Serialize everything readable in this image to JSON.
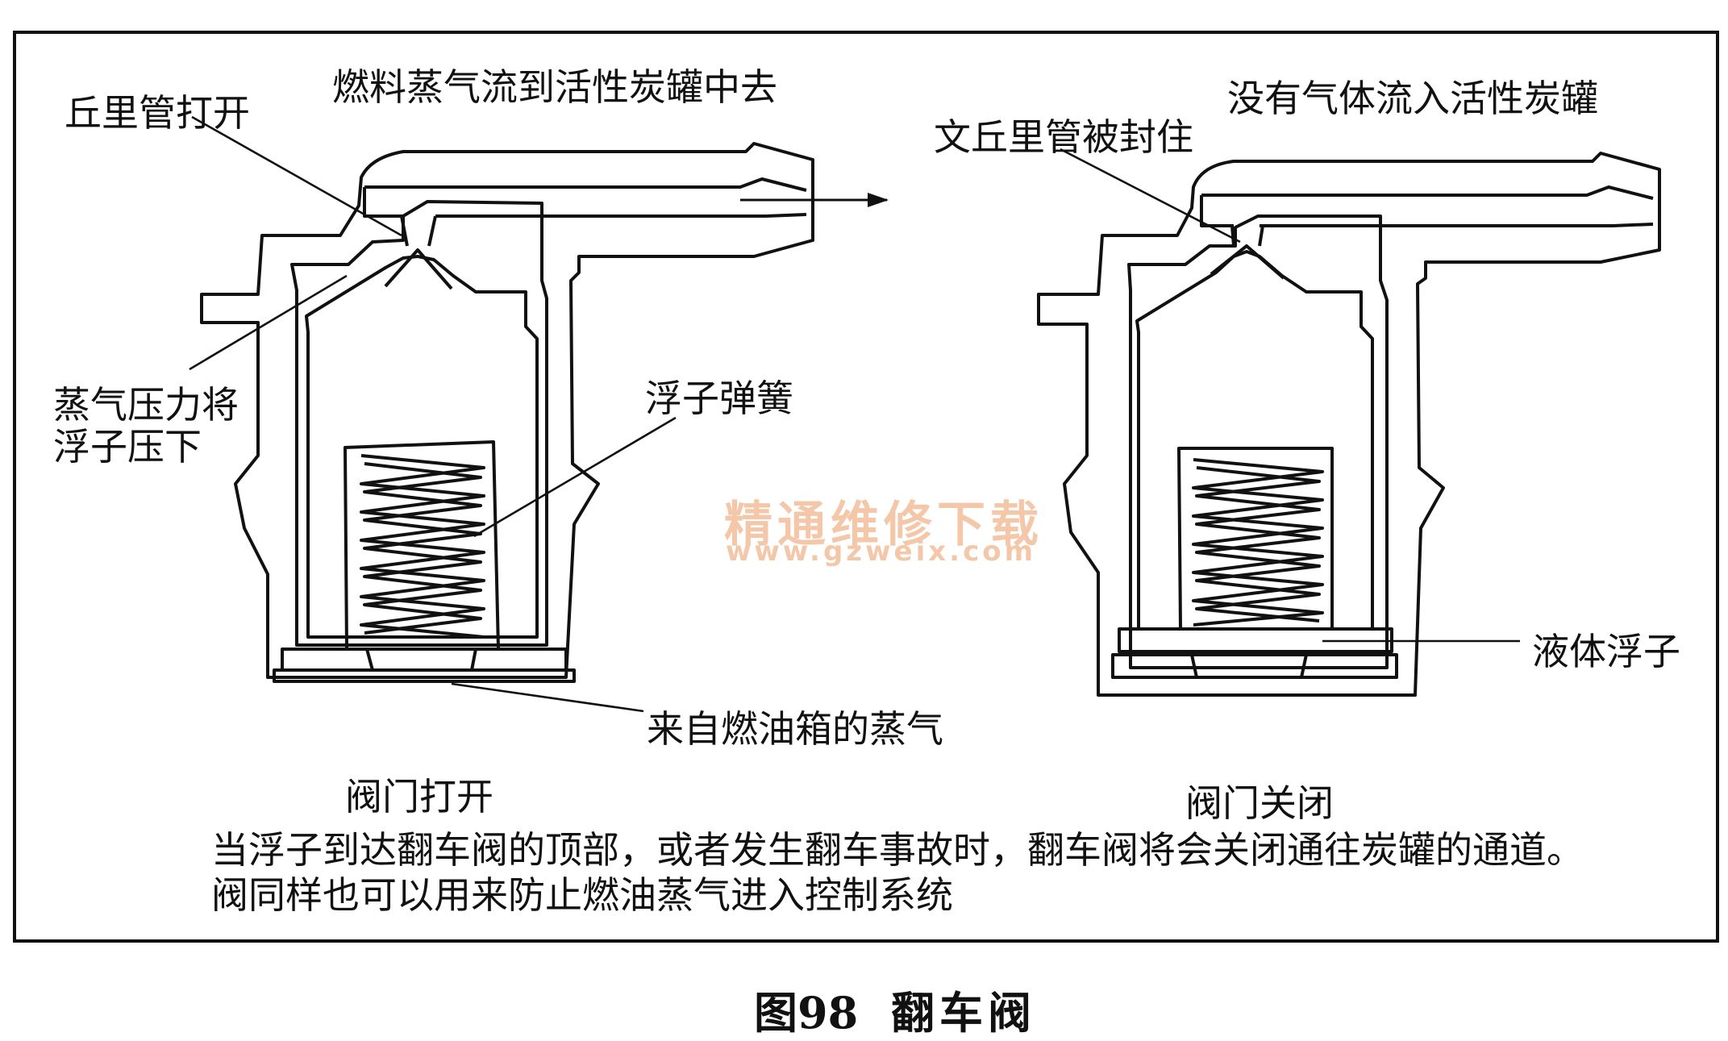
{
  "labels": {
    "top_left": "燃料蒸气流到活性炭罐中去",
    "top_right": "没有气体流入活性炭罐",
    "venturi_open": "丘里管打开",
    "venturi_sealed": "文丘里管被封住",
    "vapor_pressure_line1": "蒸气压力将",
    "vapor_pressure_line2": "浮子压下",
    "float_spring": "浮子弹簧",
    "liquid_float": "液体浮子",
    "vapor_from_tank": "来自燃油箱的蒸气",
    "valve_open": "阀门打开",
    "valve_closed": "阀门关闭"
  },
  "caption": {
    "line1": "当浮子到达翻车阀的顶部，或者发生翻车事故时，翻车阀将会关闭通往炭罐的通道。",
    "line2": "阀同样也可以用来防止燃油蒸气进入控制系统"
  },
  "watermark": {
    "cn": "精通维修下载",
    "url": "www.gzweix.com",
    "color": "#f3c7a8"
  },
  "figure": {
    "number": "图98",
    "title": "翻车阀"
  }
}
